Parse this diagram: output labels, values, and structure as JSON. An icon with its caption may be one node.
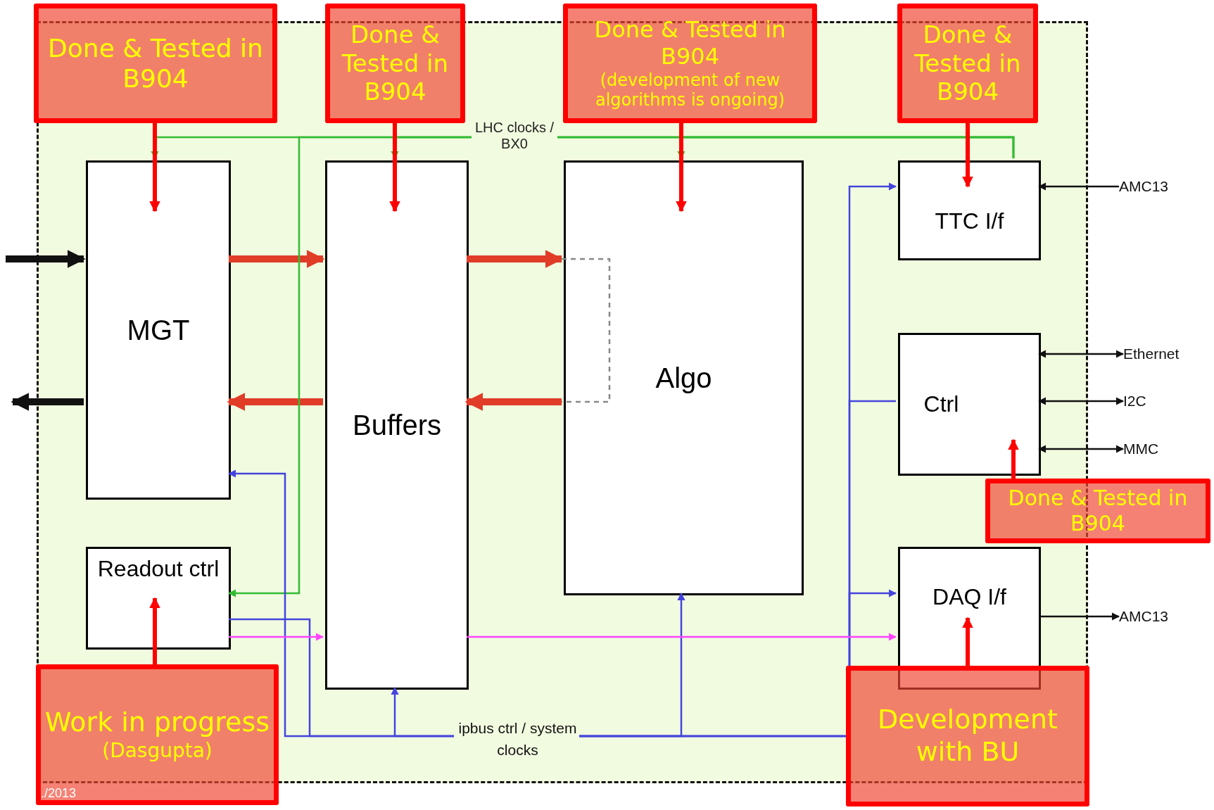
{
  "diagram": {
    "nodes": [
      {
        "text": [],
        "shape": "box"
      },
      {
        "text": [
          "MGT"
        ],
        "in": 0
      },
      {
        "text": [
          "Readout ctrl"
        ],
        "in": 0
      },
      {
        "text": [
          "Buffers"
        ],
        "in": 0
      },
      {
        "text": [
          "Algo"
        ],
        "in": 0
      },
      {
        "text": [
          "TTC I/f"
        ],
        "in": 0
      },
      {
        "text": [
          "Ctrl"
        ],
        "in": 0
      },
      {
        "text": [
          "DAQ I/f"
        ],
        "in": 0
      },
      {
        "text": [
          "ipbus ctrl / system clocks"
        ],
        "in": 0
      },
      {
        "text": [
          "AMC13"
        ]
      },
      {
        "text": [
          "AMC13"
        ]
      },
      {
        "text": [
          "Ethernet"
        ]
      },
      {
        "text": [
          "I2C"
        ]
      },
      {
        "text": [
          "MMC"
        ]
      },
      {
        "text": [
          "Done & Tested in B904"
        ]
      },
      {
        "text": [
          "Done & Tested in B904"
        ]
      },
      {
        "text": [
          "Done & Tested in B904",
          "(development of new algorithms is ongoing)"
        ]
      },
      {
        "text": [
          "Done & Tested in B904"
        ]
      },
      {
        "text": [
          "Done & Tested in B904"
        ]
      },
      {
        "text": [
          "Work in progress",
          "(Dasgupta)"
        ]
      },
      {
        "text": [
          "Development with BU"
        ]
      }
    ],
    "edges": [
      {
        "from": null,
        "to": 1,
        "arrow": "to",
        "style": "thick",
        "color": "#111111"
      },
      {
        "from": 1,
        "to": null,
        "arrow": "to",
        "style": "thick",
        "color": "#111111"
      },
      {
        "from": 1,
        "to": 3,
        "arrow": "to",
        "style": "thick",
        "color": "#e03c28"
      },
      {
        "from": 3,
        "to": 4,
        "arrow": "to",
        "style": "thick",
        "color": "#e03c28"
      },
      {
        "from": 4,
        "to": 3,
        "arrow": "to",
        "style": "thick",
        "color": "#e03c28"
      },
      {
        "from": 3,
        "to": 1,
        "arrow": "to",
        "style": "thick",
        "color": "#e03c28"
      },
      {
        "from": 4,
        "to": 4,
        "arrow": "none",
        "style": "dashed",
        "color": "#888888"
      },
      {
        "from": 5,
        "to": 1,
        "arrow": "to",
        "color": "#33bb33"
      },
      {
        "from": 5,
        "to": 3,
        "arrow": "to",
        "color": "#33bb33"
      },
      {
        "from": 5,
        "to": 4,
        "arrow": "to",
        "color": "#33bb33"
      },
      {
        "from": 5,
        "to": 2,
        "arrow": "to",
        "color": "#33bb33"
      },
      {
        "from": 9,
        "to": 5,
        "arrow": "to",
        "color": "#111111"
      },
      {
        "from": 7,
        "to": 10,
        "arrow": "to",
        "color": "#111111"
      },
      {
        "from": 6,
        "to": 11,
        "arrow": "both",
        "color": "#111111"
      },
      {
        "from": 6,
        "to": 12,
        "arrow": "both",
        "color": "#111111"
      },
      {
        "from": 6,
        "to": 13,
        "arrow": "both",
        "color": "#111111"
      },
      {
        "from": 8,
        "to": 1,
        "arrow": "to",
        "color": "#4444dd"
      },
      {
        "from": 8,
        "to": 2,
        "arrow": "none",
        "color": "#4444dd"
      },
      {
        "from": 8,
        "to": 3,
        "arrow": "to",
        "color": "#4444dd"
      },
      {
        "from": 8,
        "to": 4,
        "arrow": "to",
        "color": "#4444dd"
      },
      {
        "from": 8,
        "to": 5,
        "arrow": "to",
        "color": "#4444dd"
      },
      {
        "from": 8,
        "to": 6,
        "arrow": "none",
        "color": "#4444dd"
      },
      {
        "from": 8,
        "to": 7,
        "arrow": "to",
        "color": "#4444dd"
      },
      {
        "from": 2,
        "to": 3,
        "arrow": "to",
        "color": "#ff44ff"
      },
      {
        "from": 3,
        "to": 7,
        "arrow": "to",
        "color": "#ff44ff"
      },
      {
        "from": 14,
        "to": 1,
        "arrow": "to",
        "style": "thick",
        "color": "#ff0000"
      },
      {
        "from": 15,
        "to": 3,
        "arrow": "to",
        "style": "thick",
        "color": "#ff0000"
      },
      {
        "from": 16,
        "to": 4,
        "arrow": "to",
        "style": "thick",
        "color": "#ff0000"
      },
      {
        "from": 17,
        "to": 5,
        "arrow": "to",
        "style": "thick",
        "color": "#ff0000"
      },
      {
        "from": 18,
        "to": 6,
        "arrow": "to",
        "style": "thick",
        "color": "#ff0000"
      },
      {
        "from": 19,
        "to": 2,
        "arrow": "to",
        "style": "thick",
        "color": "#ff0000"
      },
      {
        "from": 20,
        "to": 7,
        "arrow": "to",
        "style": "thick",
        "color": "#ff0000"
      }
    ],
    "labels": [
      "LHC clocks / BX0",
      "./2013"
    ]
  }
}
